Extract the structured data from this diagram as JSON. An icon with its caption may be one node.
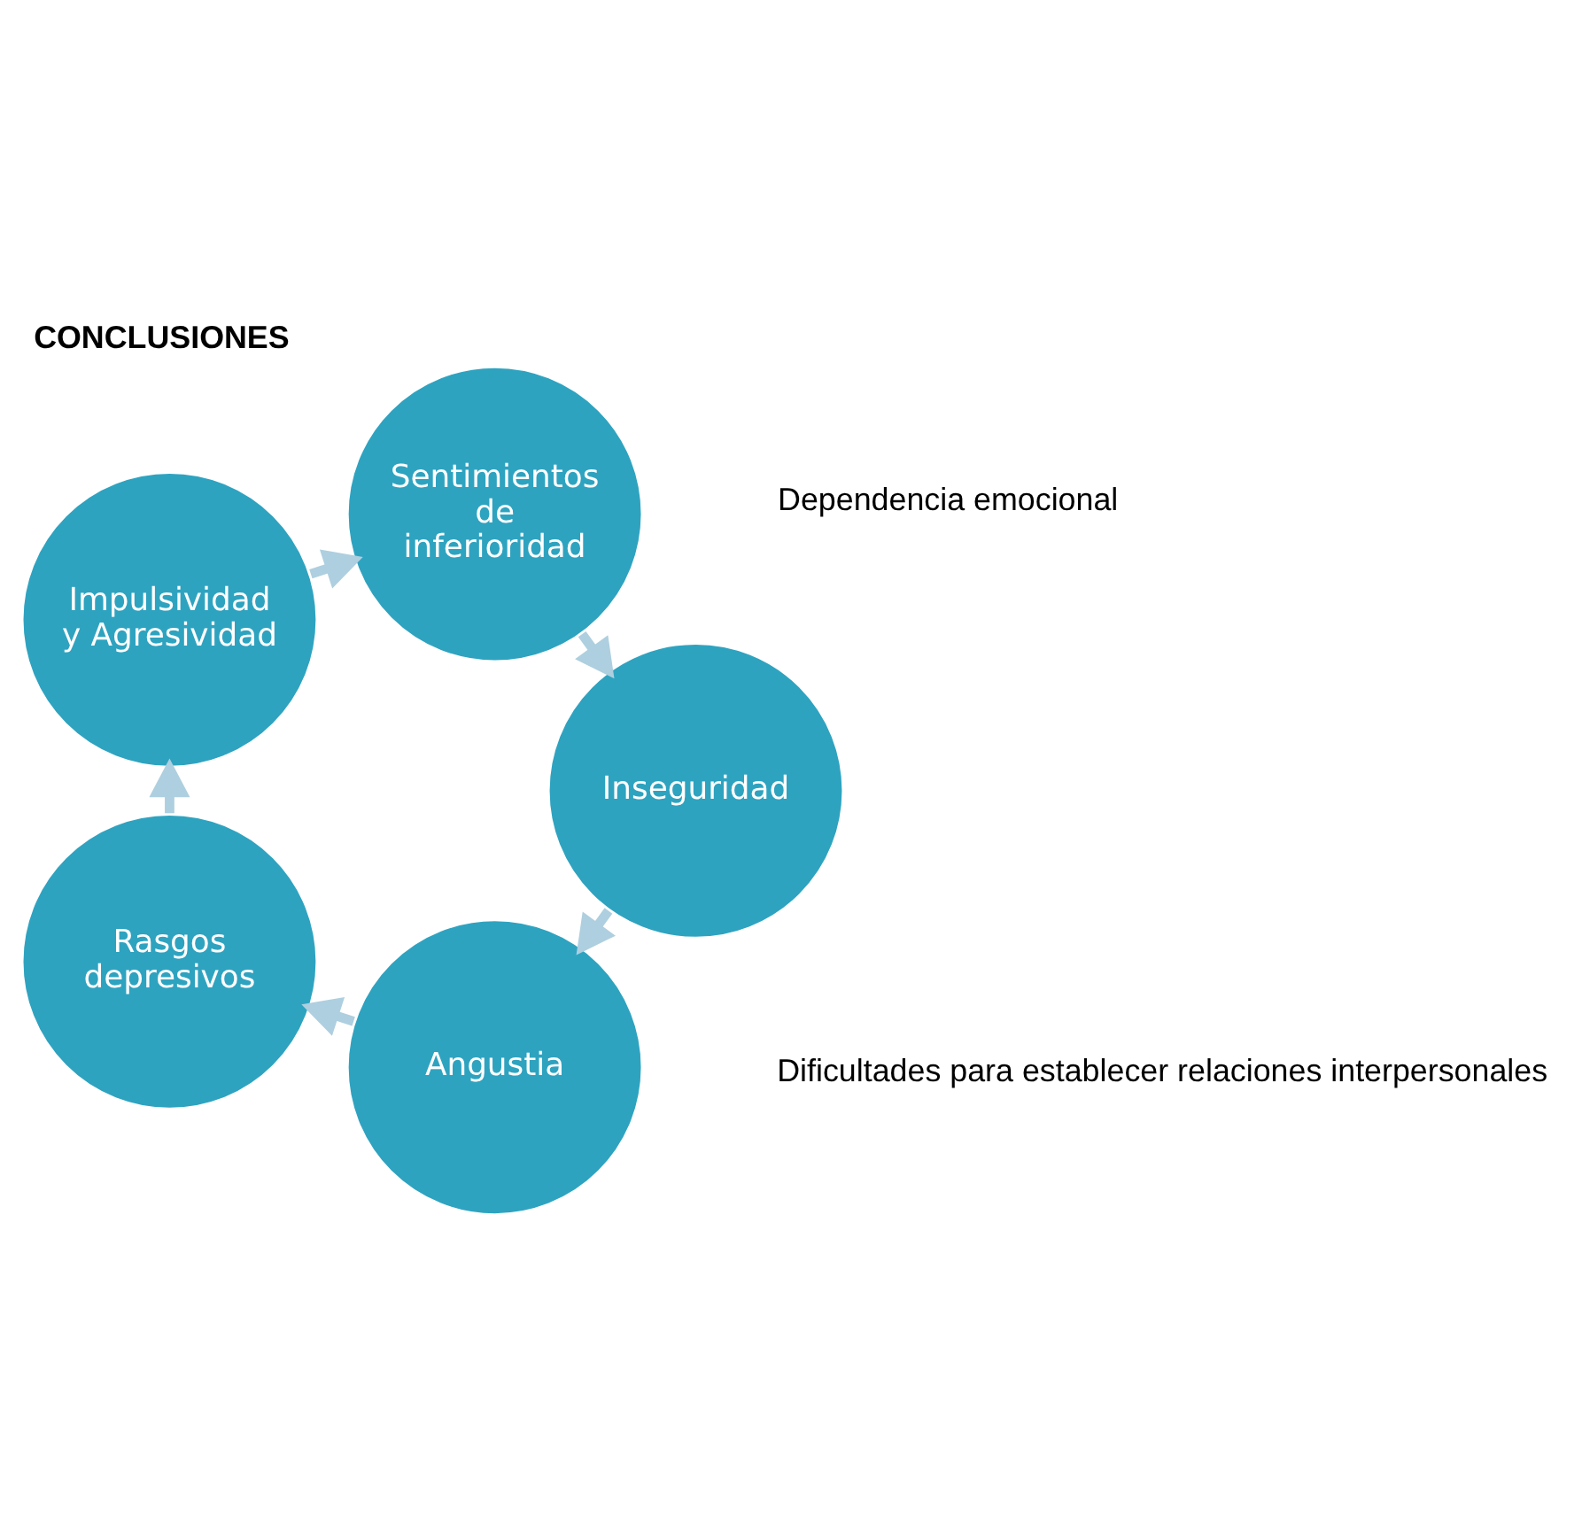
{
  "diagram": {
    "title": "CONCLUSIONES",
    "nodes": [
      {
        "text": [
          "Angustia"
        ]
      },
      {
        "text": [
          "Rasgos depresivos"
        ]
      },
      {
        "text": [
          "Impulsividad y Agresividad"
        ]
      },
      {
        "text": [
          "Sentimientos de inferioridad"
        ]
      },
      {
        "text": [
          "Inseguridad"
        ]
      }
    ],
    "edges": [
      {
        "from": 0,
        "to": 1,
        "arrow": "to"
      },
      {
        "from": 1,
        "to": 2,
        "arrow": "to"
      },
      {
        "from": 2,
        "to": 3,
        "arrow": "to"
      },
      {
        "from": 3,
        "to": 4,
        "arrow": "to"
      },
      {
        "from": 4,
        "to": 0,
        "arrow": "to"
      }
    ],
    "labels": [
      "Dificultades para establecer relaciones interpersonales",
      "Dependencia emocional"
    ]
  }
}
